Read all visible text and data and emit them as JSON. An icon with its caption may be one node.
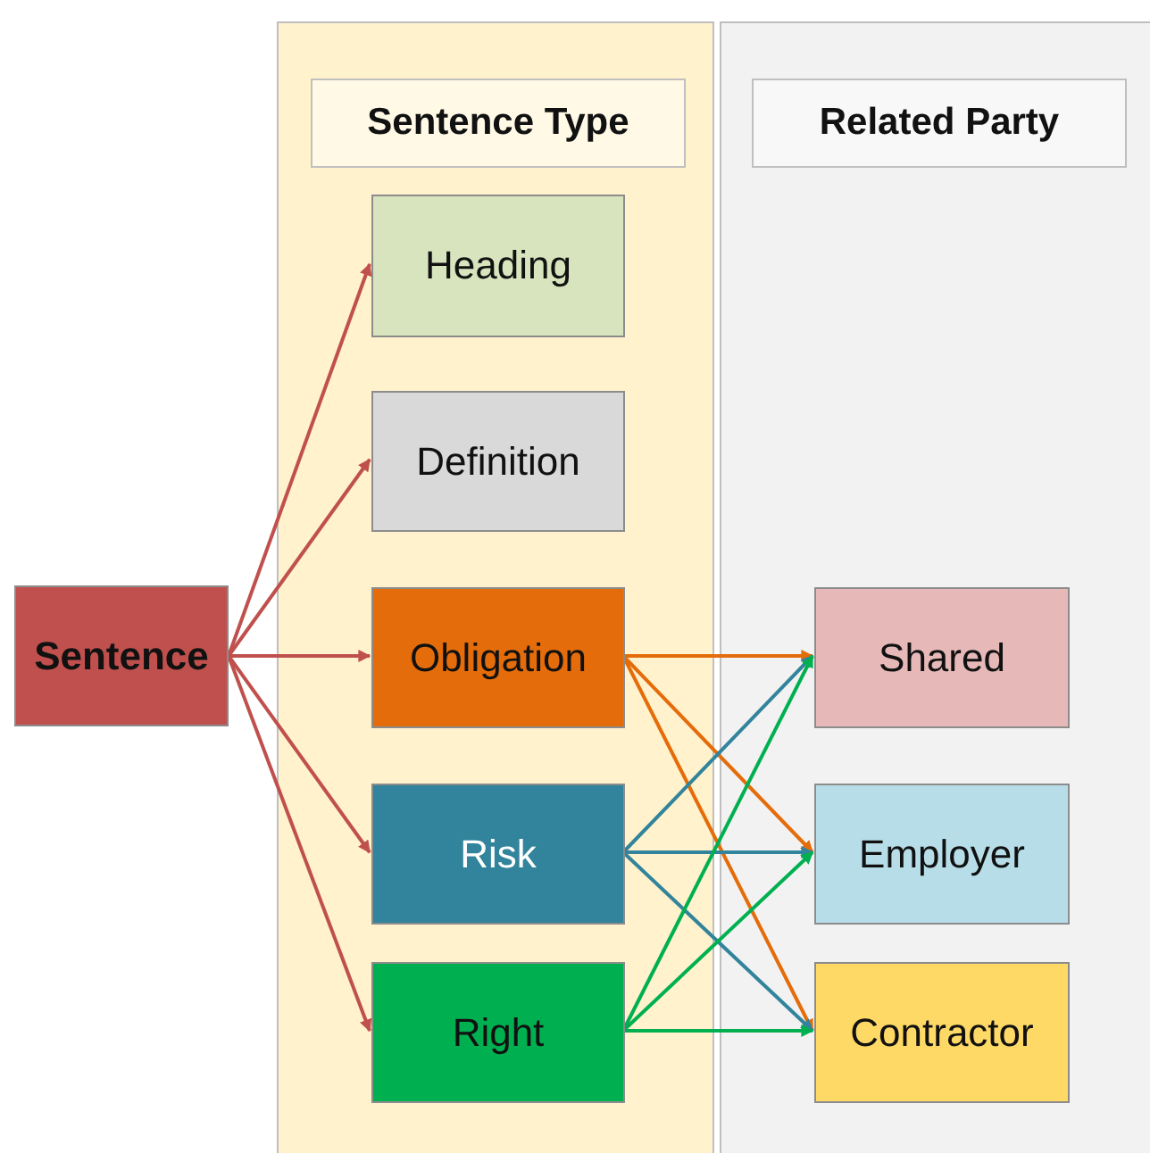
{
  "diagram": {
    "nodes": [
      {
        "text": [
          "Sentence"
        ]
      },
      {
        "text": [
          "Sentence Type"
        ]
      },
      {
        "text": [
          "Heading"
        ],
        "in": 1
      },
      {
        "text": [
          "Definition"
        ],
        "in": 1
      },
      {
        "text": [
          "Obligation"
        ],
        "in": 1
      },
      {
        "text": [
          "Risk"
        ],
        "in": 1
      },
      {
        "text": [
          "Right"
        ],
        "in": 1
      },
      {
        "text": [
          "Related Party"
        ]
      },
      {
        "text": [
          "Shared"
        ],
        "in": 7
      },
      {
        "text": [
          "Employer"
        ],
        "in": 7
      },
      {
        "text": [
          "Contractor"
        ],
        "in": 7
      }
    ],
    "edges": [
      {
        "from": 0,
        "to": 2,
        "arrow": "to"
      },
      {
        "from": 0,
        "to": 3,
        "arrow": "to"
      },
      {
        "from": 0,
        "to": 4,
        "arrow": "to"
      },
      {
        "from": 0,
        "to": 5,
        "arrow": "to"
      },
      {
        "from": 0,
        "to": 6,
        "arrow": "to"
      },
      {
        "from": 4,
        "to": 8,
        "arrow": "to",
        "color": "#e46c0a"
      },
      {
        "from": 4,
        "to": 9,
        "arrow": "to",
        "color": "#e46c0a"
      },
      {
        "from": 4,
        "to": 10,
        "arrow": "to",
        "color": "#e46c0a"
      },
      {
        "from": 5,
        "to": 8,
        "arrow": "to",
        "color": "#31849b"
      },
      {
        "from": 5,
        "to": 9,
        "arrow": "to",
        "color": "#31849b"
      },
      {
        "from": 5,
        "to": 10,
        "arrow": "to",
        "color": "#31849b"
      },
      {
        "from": 6,
        "to": 8,
        "arrow": "to",
        "color": "#00b050"
      },
      {
        "from": 6,
        "to": 9,
        "arrow": "to",
        "color": "#00b050"
      },
      {
        "from": 6,
        "to": 10,
        "arrow": "to",
        "color": "#00b050"
      }
    ]
  }
}
